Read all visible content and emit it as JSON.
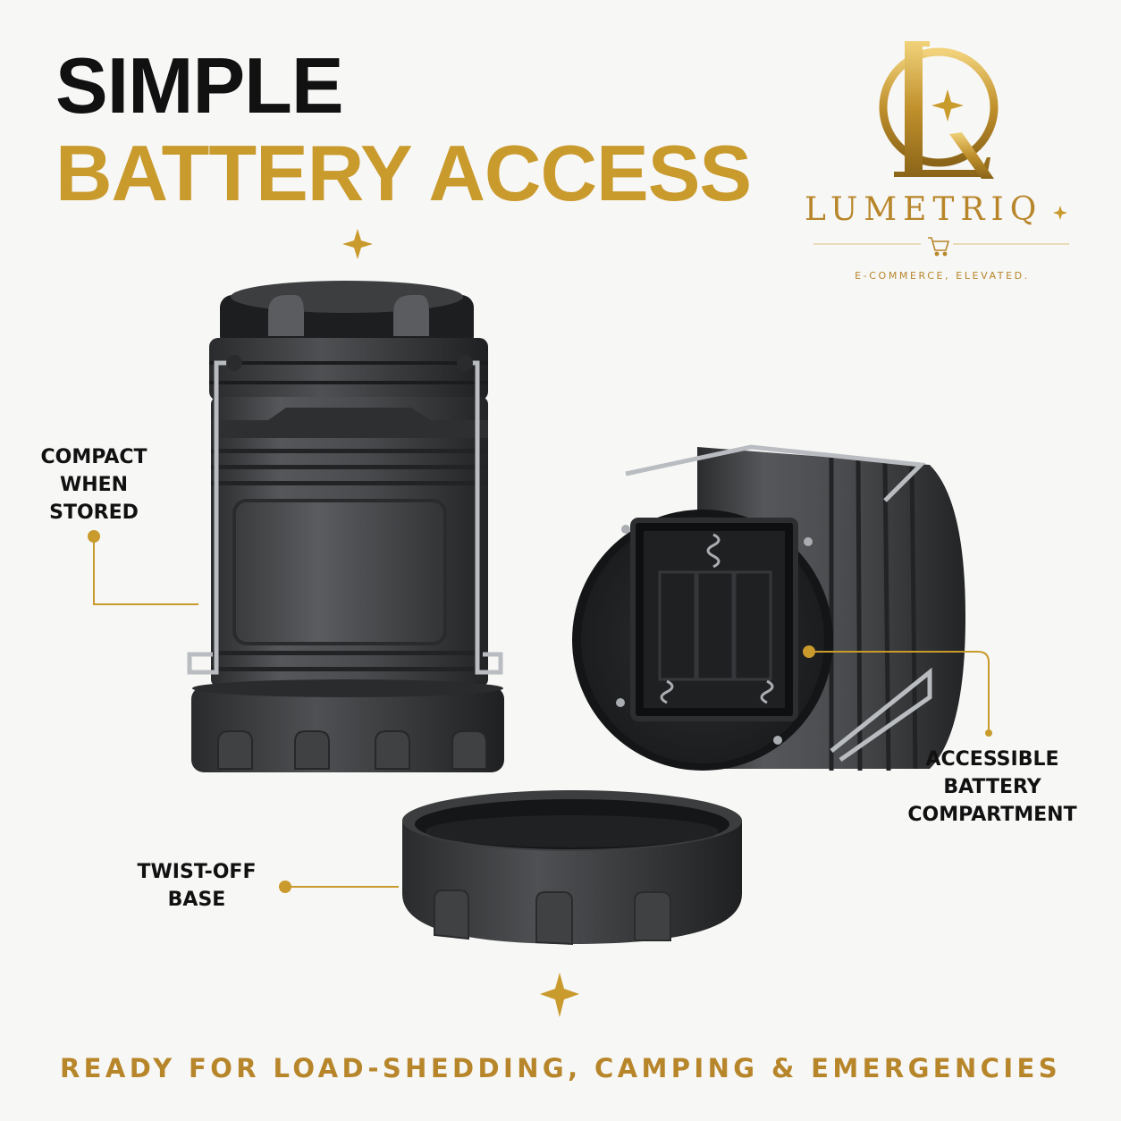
{
  "headline": {
    "line1": "SIMPLE",
    "line2": "BATTERY ACCESS"
  },
  "brand": {
    "name": "LUMETRIQ",
    "tagline": "E-COMMERCE, ELEVATED.",
    "monogram": "LQ",
    "icons": [
      "sparkle-icon",
      "shopping-cart-icon"
    ]
  },
  "callouts": {
    "compact": [
      "COMPACT",
      "WHEN",
      "STORED"
    ],
    "twist_off": [
      "TWIST-OFF",
      "BASE"
    ],
    "battery": [
      "ACCESSIBLE",
      "BATTERY",
      "COMPARTMENT"
    ]
  },
  "footer": {
    "text": "READY FOR LOAD-SHEDDING, CAMPING & EMERGENCIES"
  },
  "colors": {
    "gold": "#c99a2c",
    "gold_dark": "#b8862a",
    "text": "#111111",
    "background": "#f7f7f6",
    "lantern": "#4a4b4d"
  }
}
